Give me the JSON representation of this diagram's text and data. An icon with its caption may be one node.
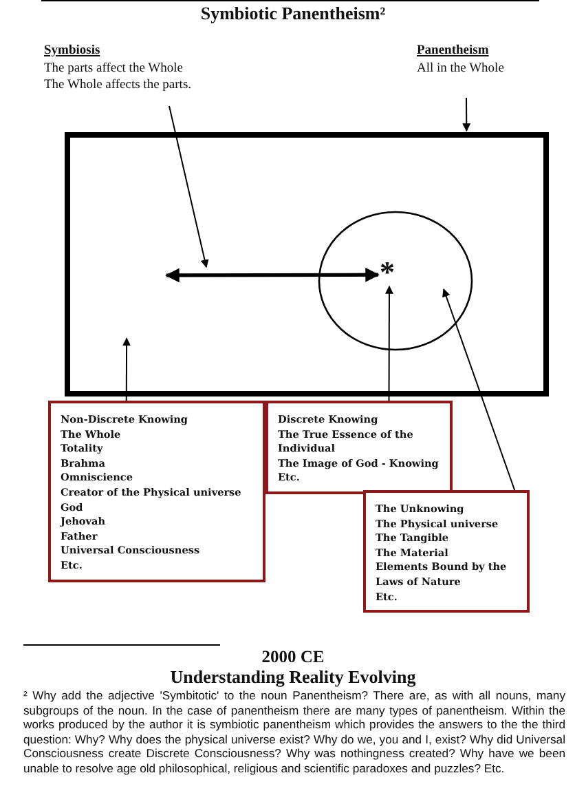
{
  "diagram": {
    "title": "Symbiotic Panentheism²",
    "nodes": [
      {
        "text": [
          "Symbiosis",
          "The parts affect the Whole",
          "The Whole affects the parts."
        ]
      },
      {
        "text": [
          "Panentheism",
          "All in the Whole"
        ]
      },
      {
        "text": [],
        "shape": "box"
      },
      {
        "text": [],
        "shape": "circle",
        "in": 2
      },
      {
        "text": [
          "*"
        ],
        "in": 3
      },
      {
        "text": [
          "Non-Discrete Knowing",
          "The Whole",
          "Totality",
          "Brahma",
          "Omniscience",
          "Creator of the Physical universe",
          "God",
          "Jehovah",
          "Father",
          "Universal Consciousness",
          "Etc."
        ]
      },
      {
        "text": [
          "Discrete Knowing",
          "The True Essence of the Individual",
          "The Image of God - Knowing",
          "Etc."
        ]
      },
      {
        "text": [
          "The Unknowing",
          "The Physical universe",
          "The Tangible",
          "The Material",
          "Elements Bound by the Laws of Nature",
          "Etc."
        ]
      }
    ],
    "edges": [
      {
        "from": 0,
        "to": null,
        "arrow": "to"
      },
      {
        "from": null,
        "to": 4,
        "arrow": "both",
        "style": "thick"
      },
      {
        "from": 1,
        "to": 2,
        "arrow": "to"
      },
      {
        "from": 5,
        "to": 2,
        "arrow": "to"
      },
      {
        "from": 6,
        "to": 4,
        "arrow": "to"
      },
      {
        "from": 7,
        "to": 3,
        "arrow": "to"
      }
    ],
    "labels": [
      "2000 CE",
      "Understanding Reality Evolving",
      "² Why add the adjective 'Symbitotic' to the noun Panentheism? There are, as with all nouns, many subgroups of the noun. In the case of panentheism there are many types of panentheism. Within the works produced by the author it is symbiotic panentheism which provides the answers to the the third question: Why? Why does the physical universe exist? Why do we, you and I, exist? Why did Universal Consciousness create Discrete Consciousness? Why was nothingness created? Why have we been unable to resolve age old philosophical, religious and scientific paradoxes and puzzles? Etc."
    ]
  }
}
